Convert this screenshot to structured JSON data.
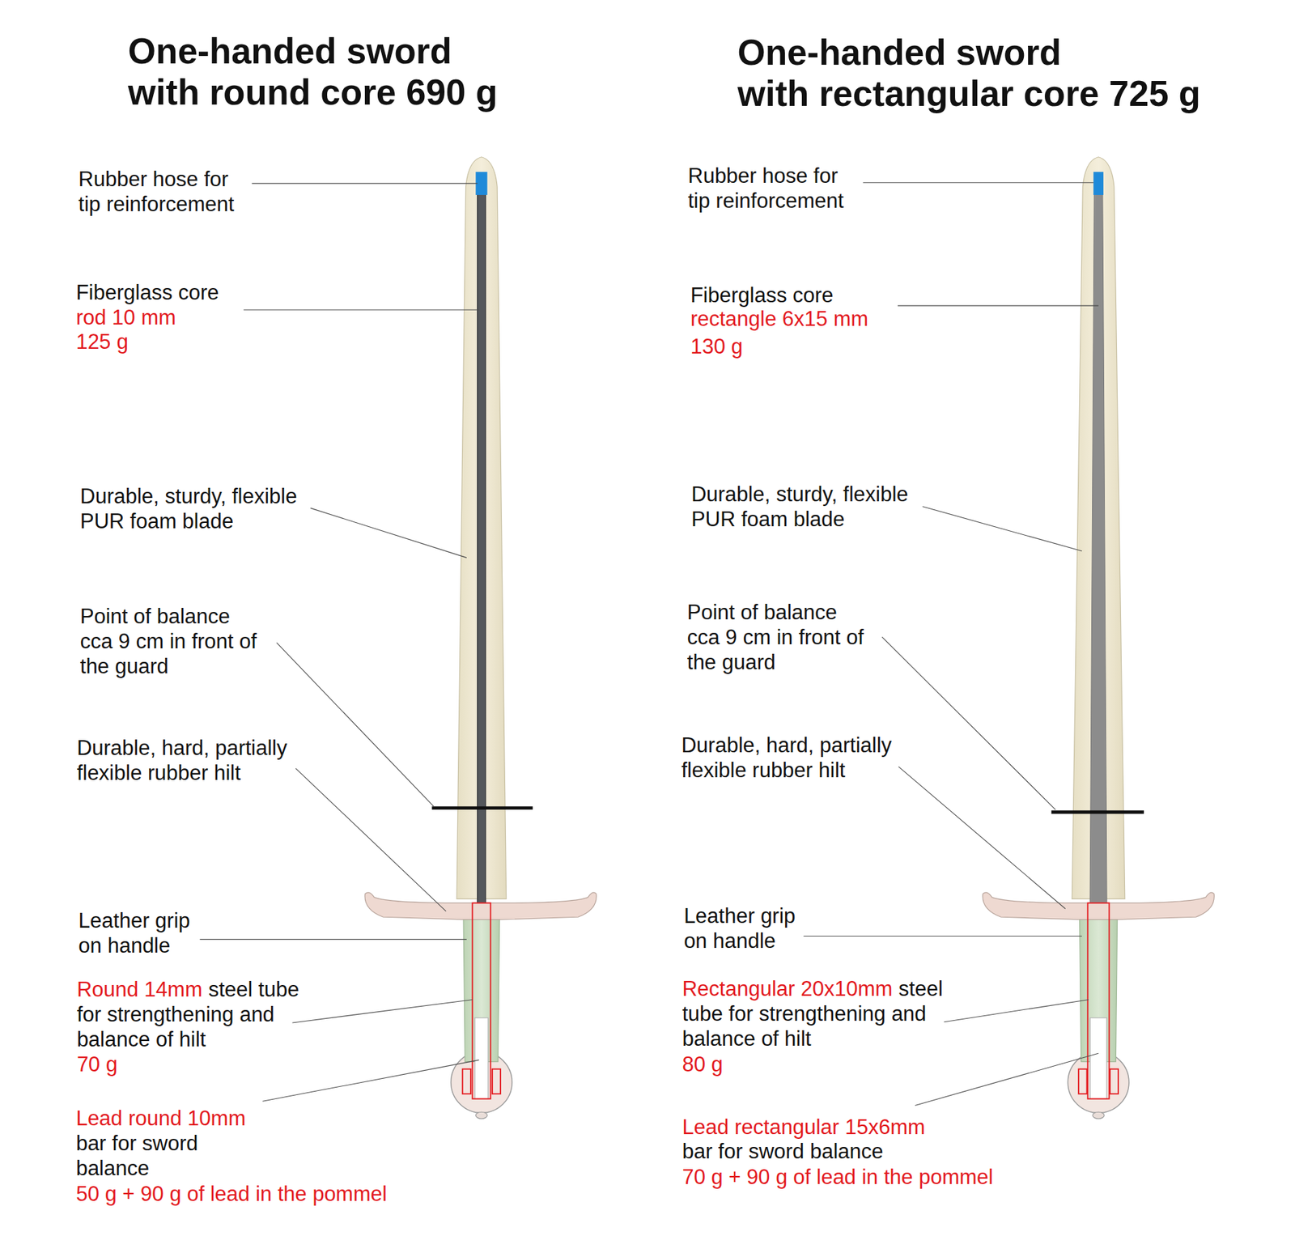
{
  "diagram": {
    "labels": [
      "One-handed sword with round core 690 g",
      "One-handed sword with rectangular core 725 g",
      "Rubber hose for tip reinforcement",
      "Fiberglass core",
      "rod 10 mm",
      "125 g",
      "Durable, sturdy, flexible PUR foam blade",
      "Point of balance cca 9 cm in front of the guard",
      "Durable, hard, partially flexible rubber hilt",
      "Leather grip on handle",
      "Round 14mm",
      "steel tube for strengthening and balance of hilt",
      "70 g",
      "Lead round 10mm",
      "bar for sword balance",
      "50 g + 90 g of lead in the pommel",
      "Rubber hose for tip reinforcement",
      "Fiberglass core",
      "rectangle 6x15 mm",
      "130 g",
      "Durable, sturdy, flexible PUR foam blade",
      "Point of balance cca 9 cm in front of the guard",
      "Durable, hard, partially flexible rubber hilt",
      "Leather grip on handle",
      "Rectangular 20x10mm",
      "steel tube for strengthening and balance of hilt",
      "80 g",
      "Lead rectangular 15x6mm",
      "bar for sword balance",
      "70 g + 90 g of lead in the pommel"
    ]
  }
}
